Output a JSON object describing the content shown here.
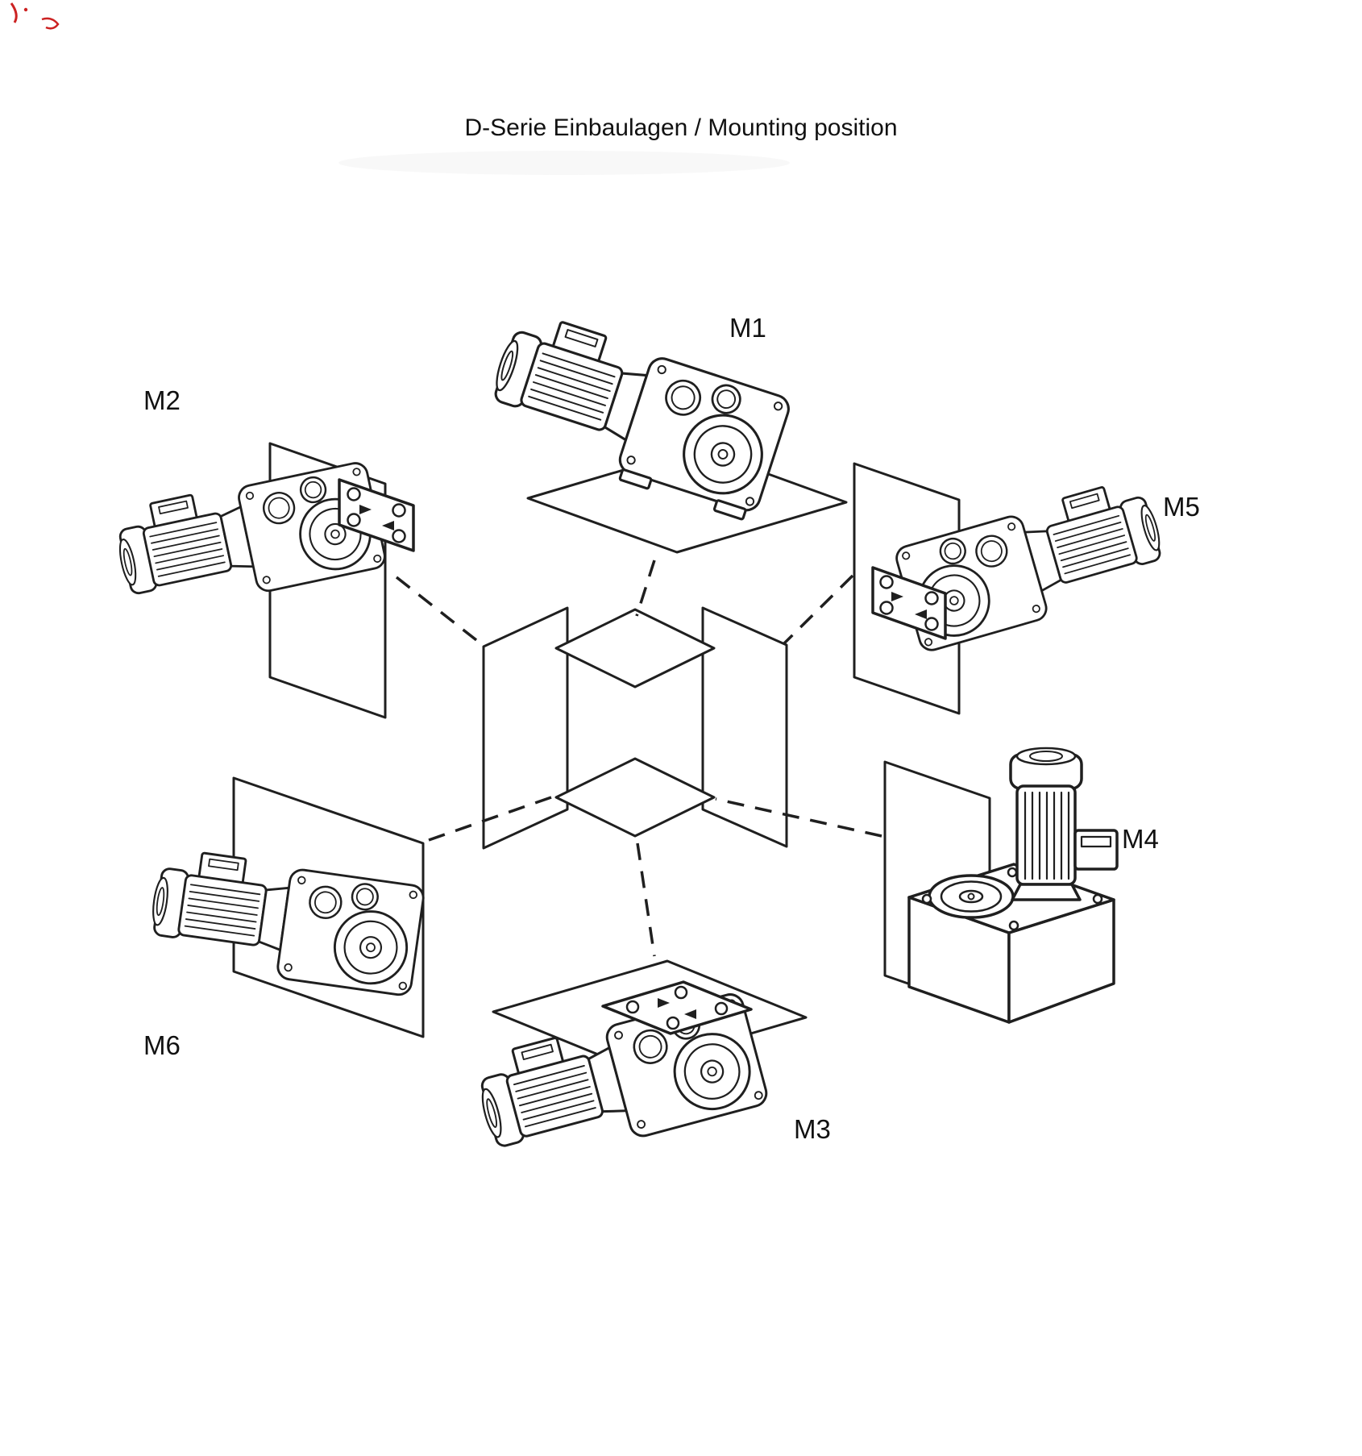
{
  "title": "D-Serie Einbaulagen / Mounting position",
  "positions": [
    {
      "id": "M1",
      "label": "M1"
    },
    {
      "id": "M2",
      "label": "M2"
    },
    {
      "id": "M3",
      "label": "M3"
    },
    {
      "id": "M4",
      "label": "M4"
    },
    {
      "id": "M5",
      "label": "M5"
    },
    {
      "id": "M6",
      "label": "M6"
    }
  ],
  "colors": {
    "line": "#1f1f1f",
    "background": "#ffffff",
    "text": "#111111",
    "artifact": "#cc2222"
  }
}
